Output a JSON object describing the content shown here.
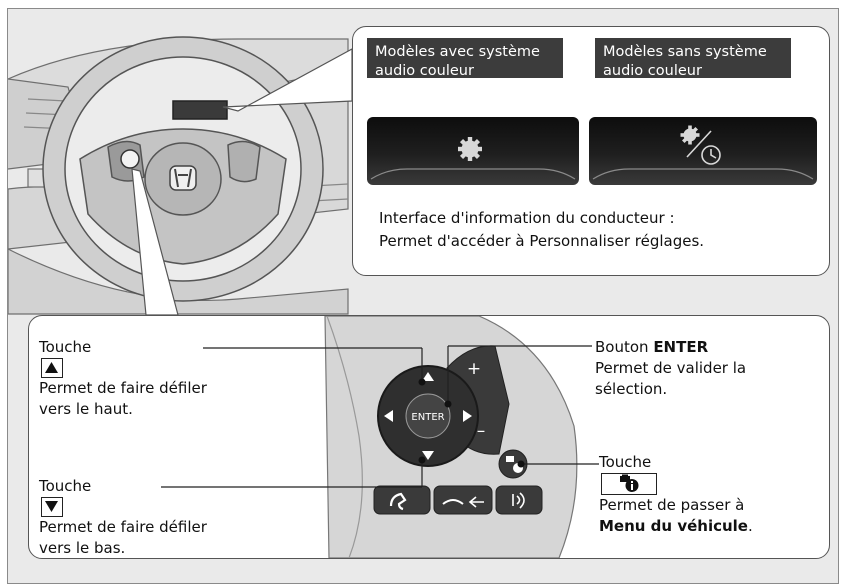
{
  "top_panel": {
    "header_with_color_audio": [
      "Modèles avec système",
      "audio couleur"
    ],
    "header_without_color_audio": [
      "Modèles sans système",
      "audio couleur"
    ],
    "screen_with_color_audio_icon": "gear-icon",
    "screen_without_color_audio_icon": "gear-clock-icon",
    "caption": [
      "Interface d'information du conducteur :",
      "Permet d'accéder à Personnaliser réglages."
    ]
  },
  "steering_wheel_controls": {
    "up_key": {
      "label": "Touche",
      "desc": [
        "Permet de faire défiler",
        "vers le haut."
      ],
      "icon": "triangle-up-icon"
    },
    "down_key": {
      "label": "Touche",
      "desc": [
        "Permet de faire défiler",
        "vers le bas."
      ],
      "icon": "triangle-down-icon"
    },
    "enter_button": {
      "label_prefix": "Bouton ",
      "label_bold": "ENTER",
      "desc": [
        "Permet de valider la",
        "sélection."
      ]
    },
    "vehicle_menu_key": {
      "label": "Touche",
      "desc_line1": "Permet de passer à",
      "desc_bold": "Menu du véhicule",
      "desc_suffix": ".",
      "icon": "vehicle-info-icon"
    },
    "pad_enter_text": "ENTER",
    "volume_plus": "+",
    "volume_minus": "–"
  },
  "colors": {
    "frame_background": "#eaeaea",
    "header_background": "#3c3c3c",
    "panel_border": "#555555"
  }
}
